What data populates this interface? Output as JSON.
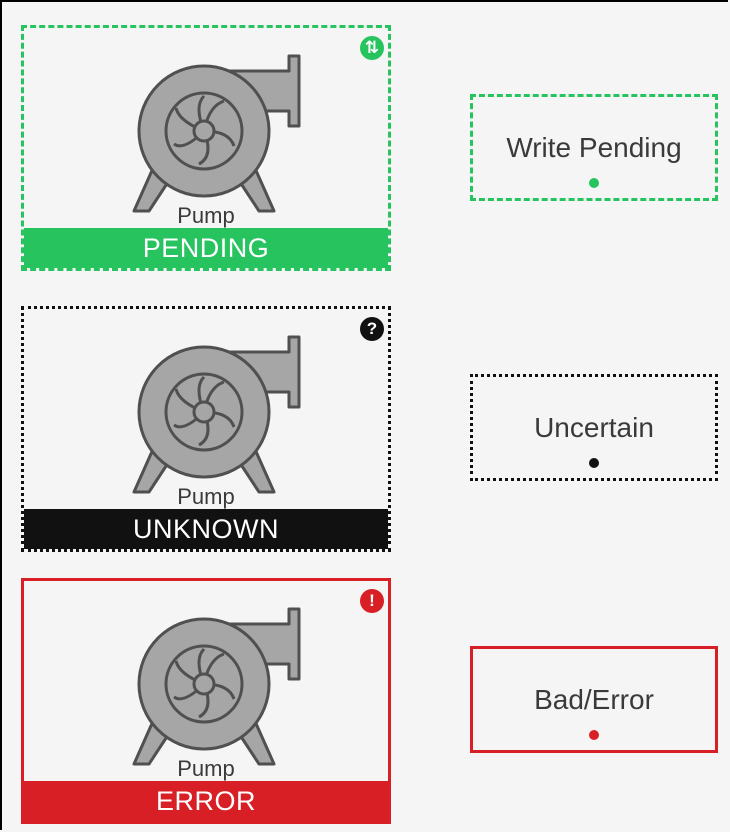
{
  "colors": {
    "pending": "#26c35f",
    "unknown": "#111111",
    "error": "#d91f26",
    "pump_body": "#a6a6a6",
    "pump_outline": "#505050"
  },
  "cards": [
    {
      "label": "Pump",
      "status": "PENDING",
      "badge_icon": "sync-icon",
      "badge_glyph": "⇅"
    },
    {
      "label": "Pump",
      "status": "UNKNOWN",
      "badge_icon": "question-icon",
      "badge_glyph": "?"
    },
    {
      "label": "Pump",
      "status": "ERROR",
      "badge_icon": "exclamation-icon",
      "badge_glyph": "!"
    }
  ],
  "tags": [
    {
      "text": "Write Pending"
    },
    {
      "text": "Uncertain"
    },
    {
      "text": "Bad/Error"
    }
  ]
}
